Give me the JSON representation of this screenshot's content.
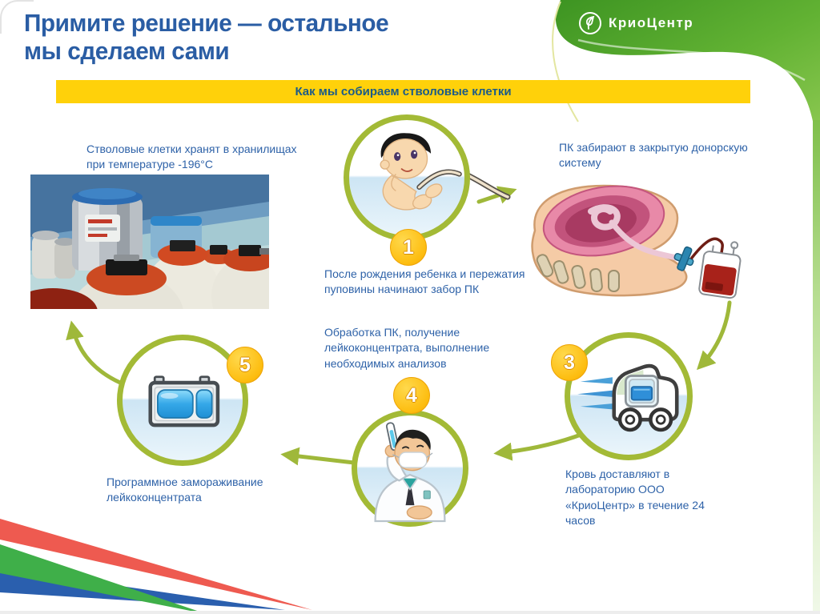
{
  "page": {
    "title_line1": "Примите решение — остальное",
    "title_line2": "мы сделаем сами",
    "banner": "Как мы собираем стволовые клетки",
    "logo_text": "КриоЦентр"
  },
  "notes": {
    "storage": "Стволовые клетки хранят в хранилищах при температуре -196°С"
  },
  "steps": [
    {
      "num": "1",
      "label": "После рождения ребенка и пережатия пуповины начинают забор ПК",
      "icon": "baby-illustration"
    },
    {
      "num": "",
      "label": "ПК забирают в закрытую донорскую систему",
      "icon": "womb-blood-bag-illustration"
    },
    {
      "num": "3",
      "label": "Кровь доставляют в лабораторию ООО «КриоЦентр» в течение 24 часов",
      "icon": "delivery-truck-illustration"
    },
    {
      "num": "4",
      "label": "Обработка ПК, получение лейкоконцентрата, выполнение необходимых анализов",
      "icon": "lab-doctor-illustration"
    },
    {
      "num": "5",
      "label": "Программное замораживание лейкоконцентрата",
      "icon": "cryo-container-icon"
    }
  ],
  "colors": {
    "title_blue": "#2a5da4",
    "body_text_blue": "#2e62a8",
    "banner_yellow": "#ffd10a",
    "banner_text_blue": "#1b5b88",
    "ring_olive_green": "#a3ba36",
    "badge_yellow": "#fdbd10",
    "brand_green": "#55a430",
    "stripe_red": "#ee5a50",
    "stripe_blue": "#2a5fae",
    "stripe_green": "#3faf49"
  }
}
